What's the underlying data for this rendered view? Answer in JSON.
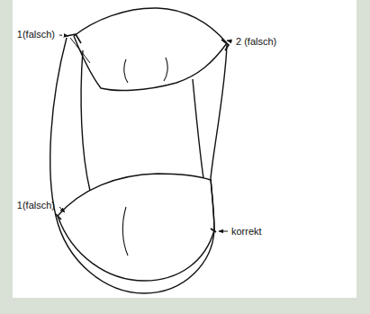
{
  "diagram": {
    "labels": [
      "1(falsch)",
      "2 (falsch)",
      "1(falsch)",
      "korrekt"
    ]
  }
}
